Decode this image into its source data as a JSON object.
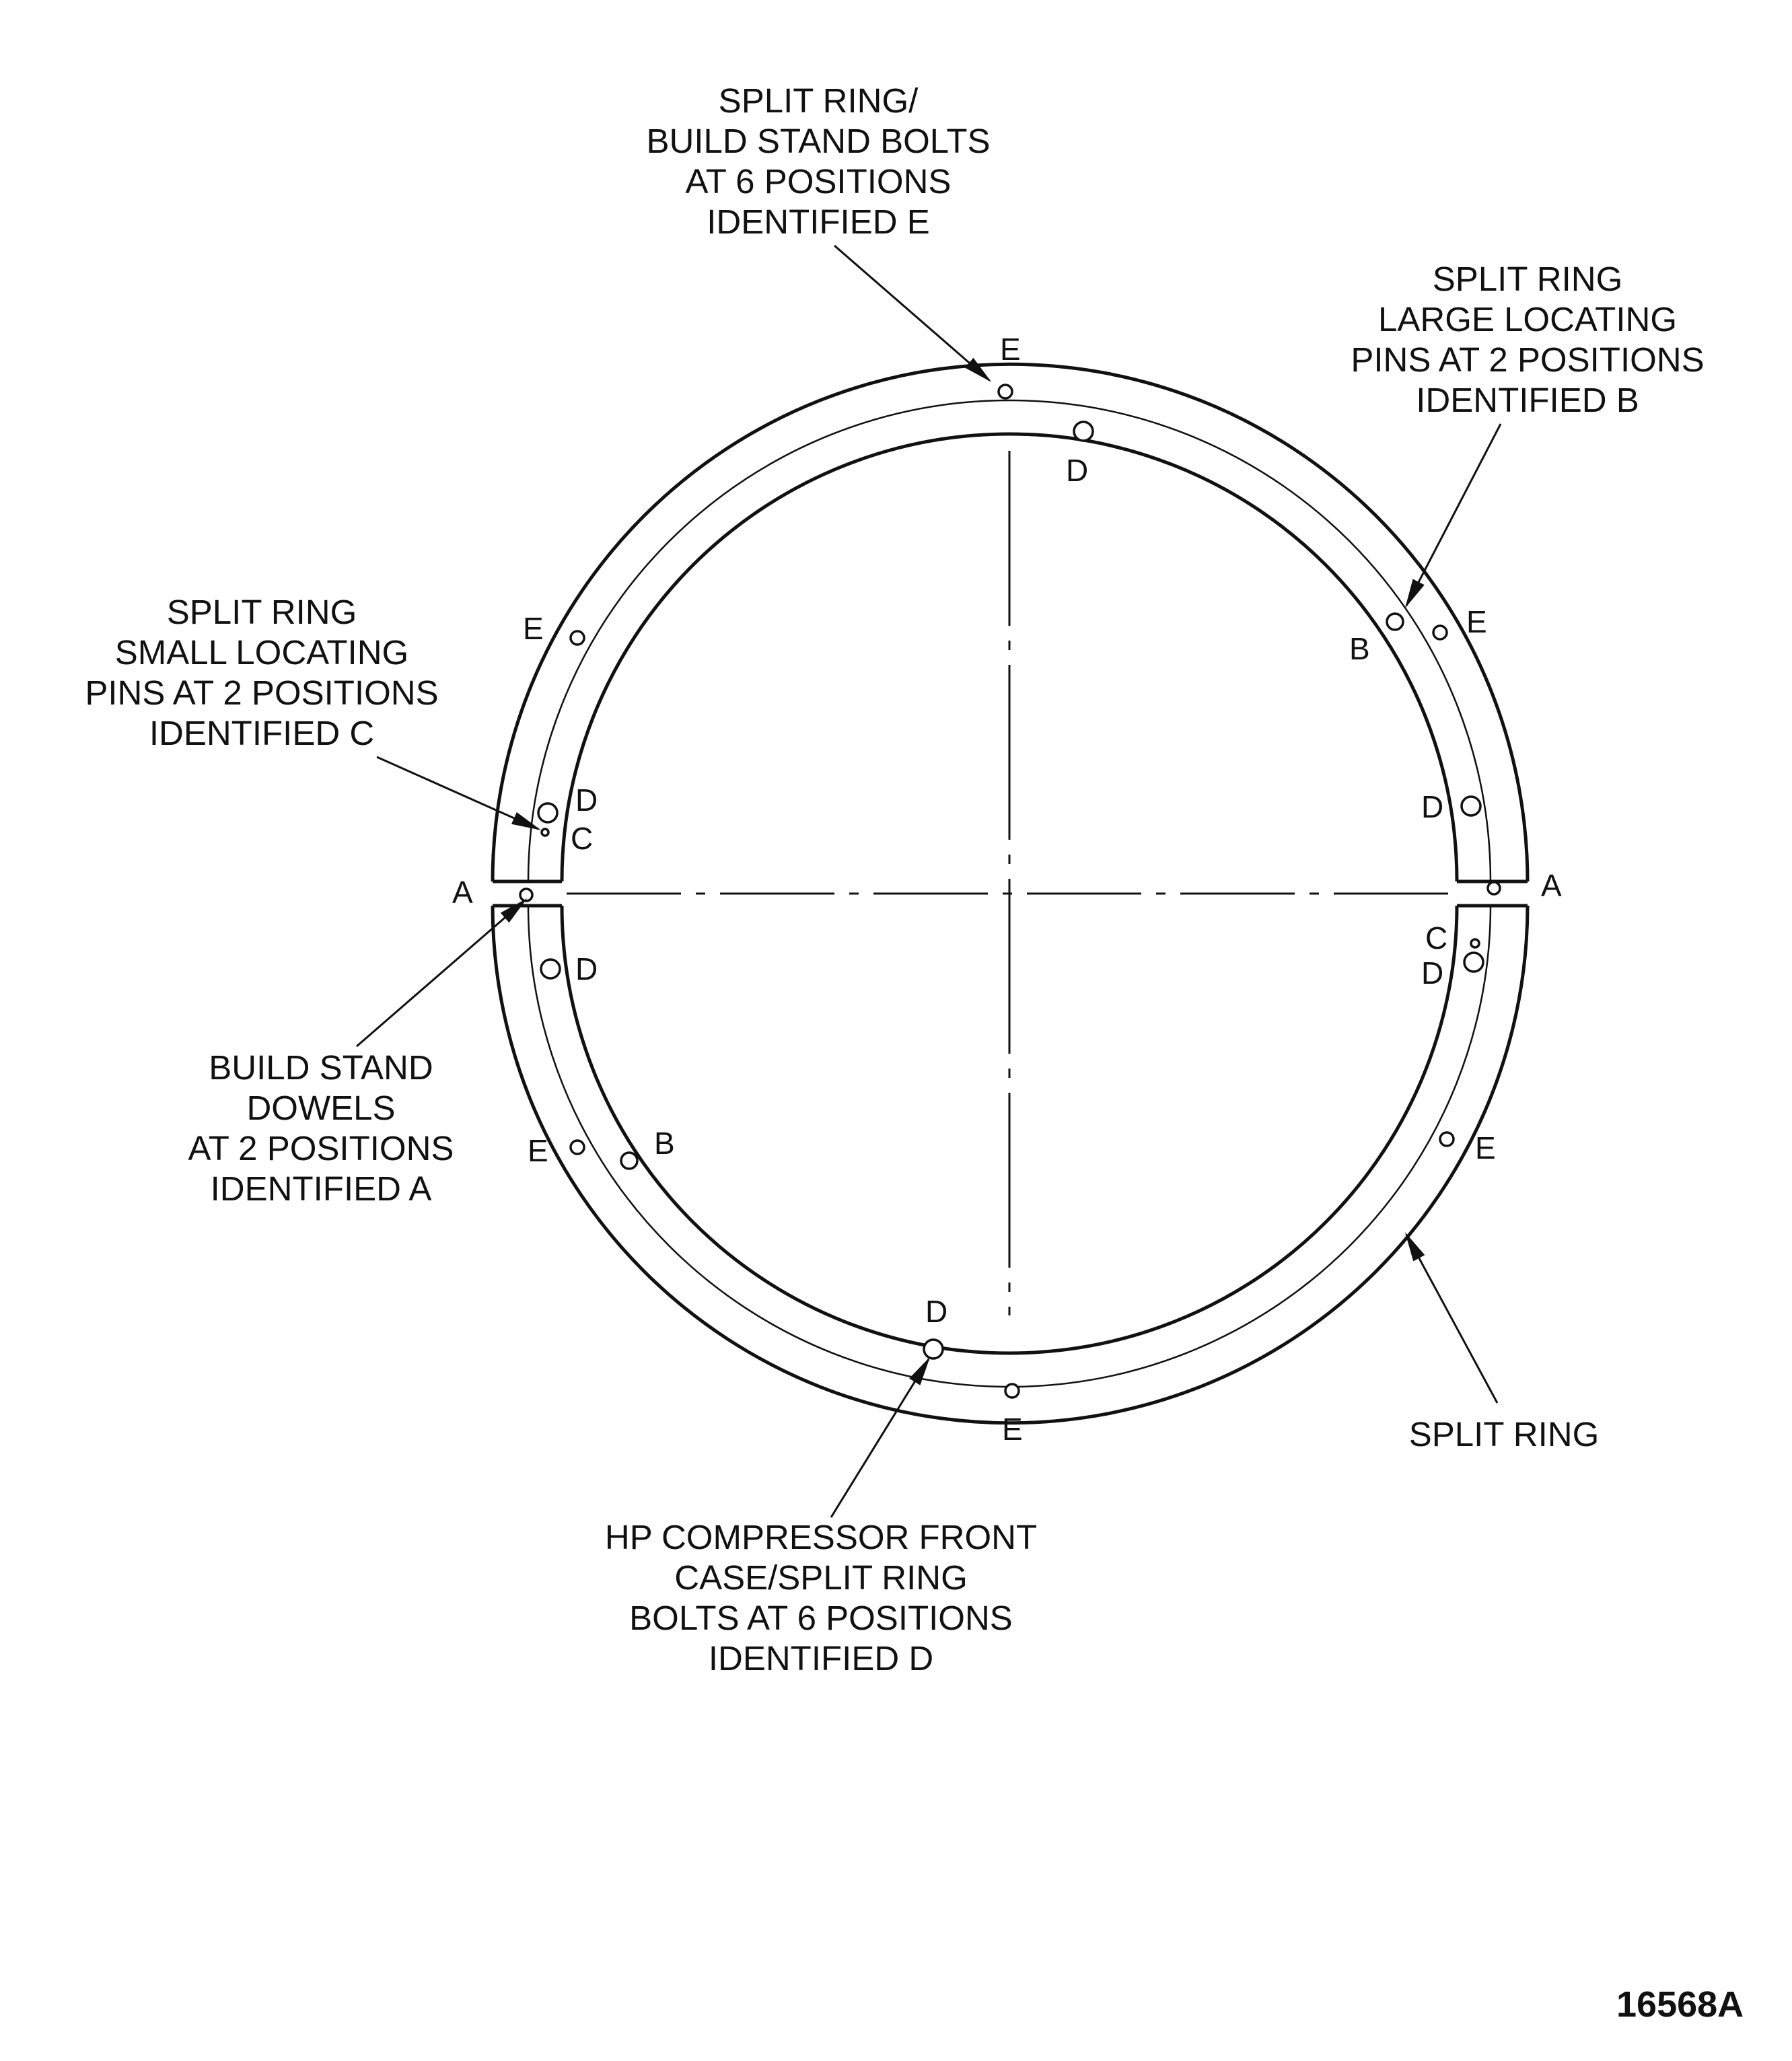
{
  "callouts": {
    "bolts_e": [
      "SPLIT RING/",
      "BUILD STAND BOLTS",
      "AT 6 POSITIONS",
      "IDENTIFIED E"
    ],
    "pins_b": [
      "SPLIT RING",
      "LARGE LOCATING",
      "PINS AT 2 POSITIONS",
      "IDENTIFIED B"
    ],
    "pins_c": [
      "SPLIT RING",
      "SMALL LOCATING",
      "PINS AT 2 POSITIONS",
      "IDENTIFIED C"
    ],
    "dowels_a": [
      "BUILD STAND",
      "DOWELS",
      "AT 2 POSITIONS",
      "IDENTIFIED A"
    ],
    "bolts_d": [
      "HP COMPRESSOR FRONT",
      "CASE/SPLIT RING",
      "BOLTS AT 6 POSITIONS",
      "IDENTIFIED D"
    ],
    "split_ring": [
      "SPLIT RING"
    ]
  },
  "letters": {
    "e_top": "E",
    "d_top": "D",
    "e_upper_left": "E",
    "d_left_upper": "D",
    "c_left": "C",
    "a_left": "A",
    "d_left_lower": "D",
    "e_lower_left": "E",
    "b_lower_left": "B",
    "d_bottom": "D",
    "e_bottom": "E",
    "b_upper_right": "B",
    "e_upper_right": "E",
    "d_right_upper": "D",
    "a_right": "A",
    "c_right": "C",
    "d_right_lower": "D",
    "e_lower_right": "E"
  },
  "figure_number": "16568A"
}
